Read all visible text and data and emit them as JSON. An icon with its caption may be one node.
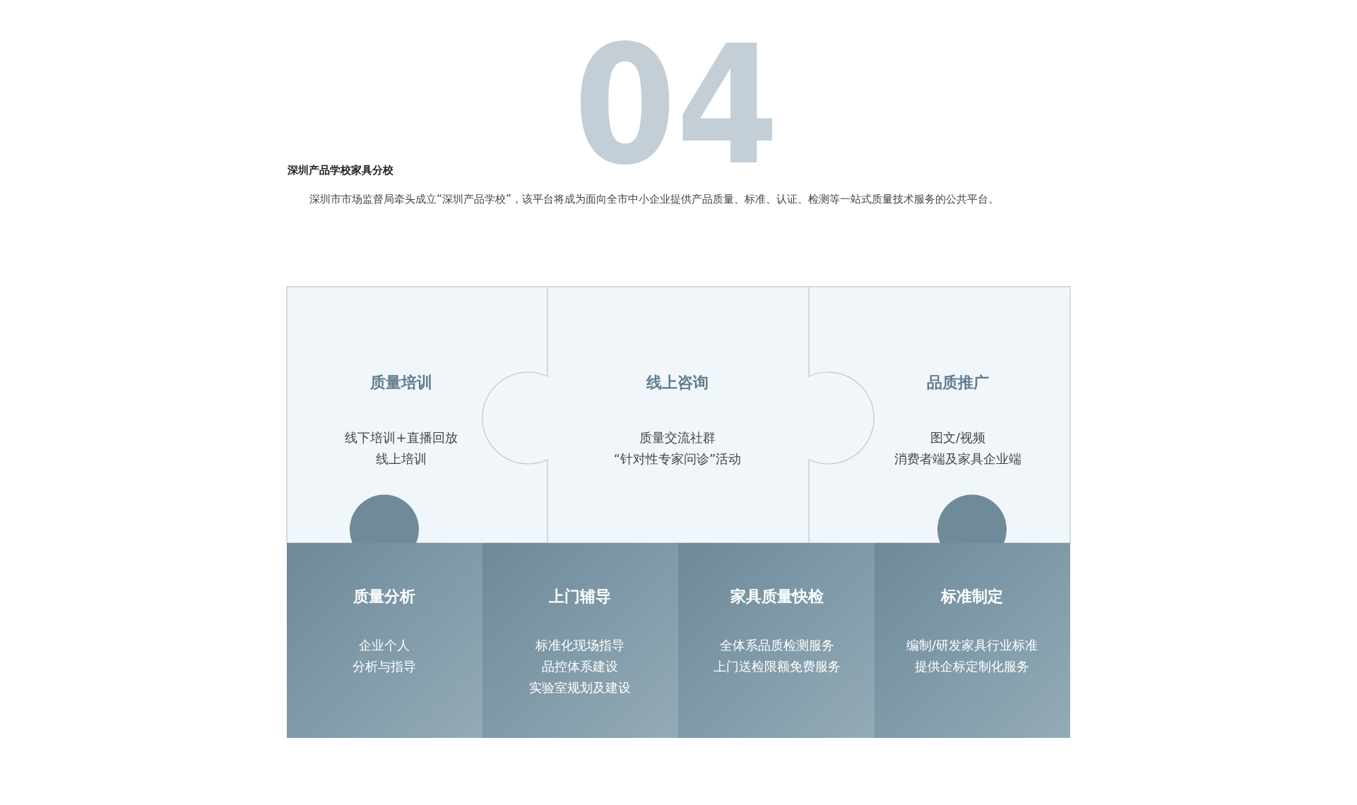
{
  "diagram": {
    "title": "深圳产品学校家具分校",
    "labels": [
      "04",
      "深圳市市场监督局牵头成立“深圳产品学校”，该平台将成为面向全市中小企业提供产品质量、标准、认证、检测等一站式质量技术服务的公共平台。"
    ],
    "nodes": [
      {
        "text": [
          "质量培训",
          "线下培训+直播回放",
          "线上培训"
        ]
      },
      {
        "text": [
          "线上咨询",
          "质量交流社群",
          "“针对性专家问诊”活动"
        ]
      },
      {
        "text": [
          "品质推广",
          "图文/视频",
          "消费者端及家具企业端"
        ]
      },
      {
        "text": [
          "质量分析",
          "企业个人",
          "分析与指导"
        ]
      },
      {
        "text": [
          "上门辅导",
          "标准化现场指导",
          "品控体系建设",
          "实验室规划及建设"
        ]
      },
      {
        "text": [
          "家具质量快检",
          "全体系品质检测服务",
          "上门送检限额免费服务"
        ]
      },
      {
        "text": [
          "标准制定",
          "编制/研发家具行业标准",
          "提供企标定制化服务"
        ]
      }
    ],
    "edges": []
  }
}
